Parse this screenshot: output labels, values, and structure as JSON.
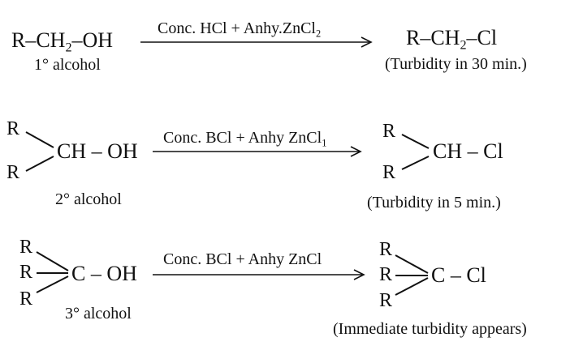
{
  "reactions": [
    {
      "reactant": {
        "prefix": "R–CH",
        "sub": "2",
        "suffix": "–OH"
      },
      "reactant_class": "1° alcohol",
      "reagent": {
        "text": "Conc. HCl + Anhy.ZnCl",
        "sub": "2"
      },
      "product": {
        "prefix": "R–CH",
        "sub": "2",
        "suffix": "–Cl"
      },
      "observation": "(Turbidity in 30 min.)"
    },
    {
      "reactant": {
        "groups": [
          "R",
          "R"
        ],
        "core": "CH – OH"
      },
      "reactant_class": "2° alcohol",
      "reagent": {
        "text": "Conc. BCl + Anhy ZnCl",
        "sub": "1"
      },
      "product": {
        "groups": [
          "R",
          "R"
        ],
        "core": "CH – Cl"
      },
      "observation": "(Turbidity in 5 min.)"
    },
    {
      "reactant": {
        "groups": [
          "R",
          "R",
          "R"
        ],
        "core": "C – OH"
      },
      "reactant_class": "3° alcohol",
      "reagent": {
        "text": "Conc. BCl + Anhy ZnCl"
      },
      "product": {
        "groups": [
          "R",
          "R",
          "R"
        ],
        "core": "C – Cl"
      },
      "observation": "(Immediate turbidity appears)"
    }
  ]
}
